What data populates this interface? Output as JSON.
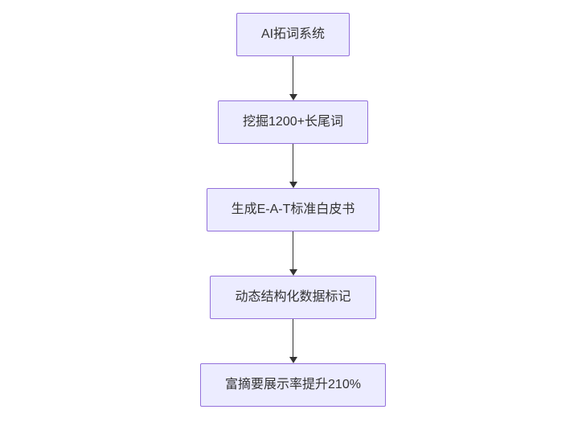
{
  "diagram": {
    "type": "flowchart",
    "direction": "top-down",
    "style": {
      "node_fill": "#ececff",
      "node_border": "#9370db",
      "text_color": "#333333",
      "arrow_color": "#333333",
      "background": "#ffffff"
    },
    "nodes": [
      {
        "id": "step-1",
        "label": "AI拓词系统"
      },
      {
        "id": "step-2",
        "label": "挖掘1200+长尾词"
      },
      {
        "id": "step-3",
        "label": "生成E-A-T标准白皮书"
      },
      {
        "id": "step-4",
        "label": "动态结构化数据标记"
      },
      {
        "id": "step-5",
        "label": "富摘要展示率提升210%"
      }
    ],
    "edges": [
      {
        "from": "step-1",
        "to": "step-2"
      },
      {
        "from": "step-2",
        "to": "step-3"
      },
      {
        "from": "step-3",
        "to": "step-4"
      },
      {
        "from": "step-4",
        "to": "step-5"
      }
    ]
  }
}
